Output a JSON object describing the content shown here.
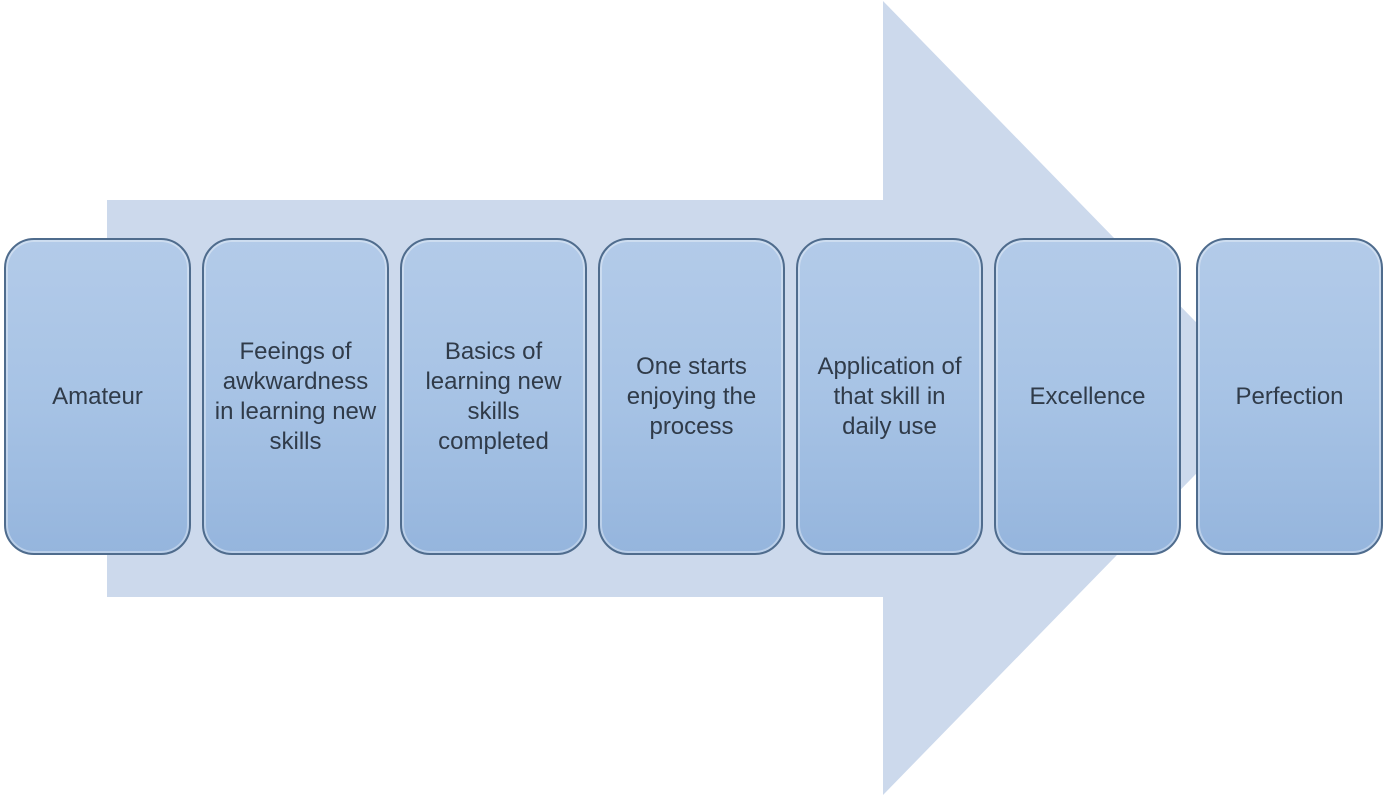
{
  "diagram": {
    "type": "process-arrow",
    "direction": "right",
    "title": "",
    "stages": [
      {
        "label": "Amateur"
      },
      {
        "label": "Feeings of awkwardness in learning new skills"
      },
      {
        "label": "Basics of learning new skills completed"
      },
      {
        "label": "One starts enjoying the process"
      },
      {
        "label": "Application of that skill in daily use"
      },
      {
        "label": "Excellence"
      },
      {
        "label": "Perfection"
      }
    ],
    "colors": {
      "background": "#ffffff",
      "arrow_fill": "#ccd9ec",
      "box_fill_top": "#b3cbe9",
      "box_fill_bottom": "#95b5dd",
      "box_border": "#4f6c8d",
      "text": "#303b49"
    }
  }
}
